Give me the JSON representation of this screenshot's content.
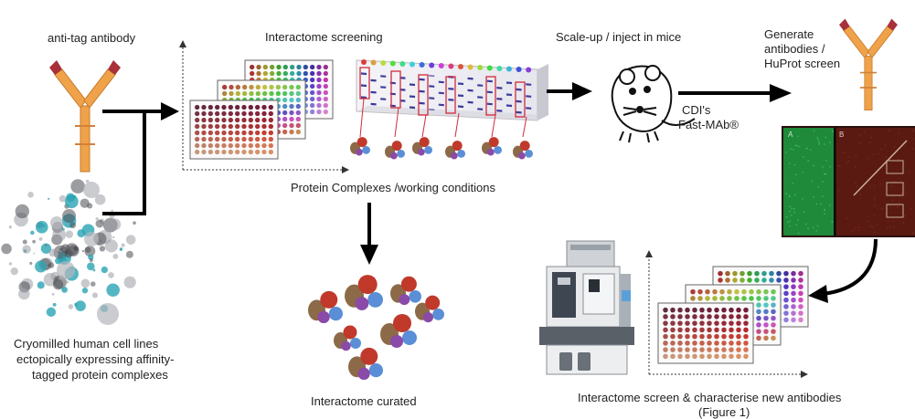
{
  "labels": {
    "anti_tag_antibody": "anti-tag antibody",
    "interactome_screening": "Interactome screening",
    "scale_up": "Scale-up / inject in mice",
    "generate_line1": "Generate",
    "generate_line2": "antibodies /",
    "generate_line3": "HuProt screen",
    "cdi_line1": "CDI's",
    "cdi_line2": "Fast-MAb®",
    "protein_complexes": "Protein Complexes /working conditions",
    "cryomilled_line1": "Cryomilled human cell lines",
    "cryomilled_line2": "ectopically expressing affinity-",
    "cryomilled_line3": "tagged protein complexes",
    "interactome_curated": "Interactome curated",
    "characterise_line1": "Interactome screen & characterise new antibodies",
    "characterise_line2": "(Figure 1)"
  },
  "colors": {
    "antibody_orange": "#f0a24a",
    "antibody_red": "#a8303a",
    "arrow_black": "#000000",
    "gel_lane_red": "#d42a3a",
    "gel_band_blue": "#3a3a9a",
    "huprot_green": "#1f8a3a",
    "huprot_brown": "#5a1a12",
    "cell_teal": "#2aa4b4",
    "cell_grey": "#9a9ca4"
  },
  "icons": [
    "antibody-icon",
    "mouse-icon",
    "mass-spectrometer-icon",
    "protein-complex-icon",
    "gel-icon",
    "well-plate-icon",
    "microarray-icon"
  ]
}
